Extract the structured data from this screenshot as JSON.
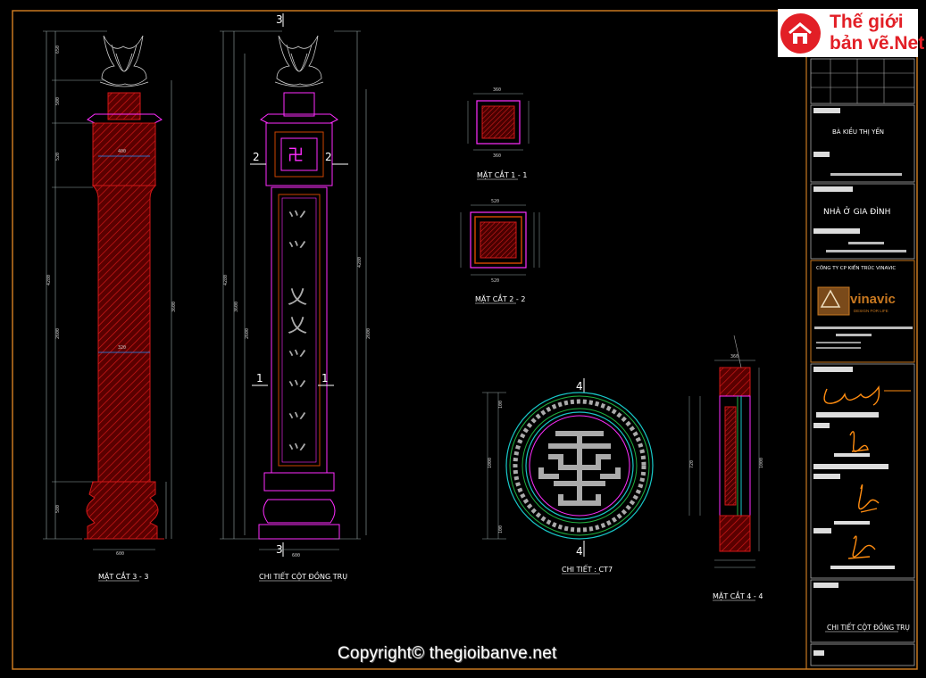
{
  "watermark": "Copyright© thegioibanve.net",
  "logo": {
    "line1": "Thế giới",
    "line2": "bản vẽ.Net"
  },
  "views": {
    "section_3_3": "MẶT CẮT 3 - 3",
    "column_detail": "CHI TIẾT CỘT ĐỒNG TRỤ",
    "section_1_1": "MẶT CẮT 1 - 1",
    "section_2_2": "MẶT CẮT 2 - 2",
    "detail_ct7": "CHI TIẾT : CT7",
    "section_4_4": "MẶT CẮT 4 - 4"
  },
  "section_marks": {
    "m1": "1",
    "m2": "2",
    "m3": "3",
    "m4": "4"
  },
  "title_block": {
    "owner": "BÀ  KIỀU  THỊ  YẾN",
    "project": "NHÀ  Ở GIA ĐÌNH",
    "company": "CÔNG TY CP KIẾN TRÚC VINAVIC",
    "brand": "vinavic",
    "brand_sub": "DESIGN FOR LIFE",
    "sheet_title": "CHI TIẾT CỘT ĐỒNG TRỤ"
  },
  "colors": {
    "frame": "#c87820",
    "red": "#d01818",
    "magenta": "#ff2dff",
    "cyan": "#18c8c8",
    "white": "#ffffff",
    "green": "#20b040",
    "signature": "#ff8c10"
  }
}
